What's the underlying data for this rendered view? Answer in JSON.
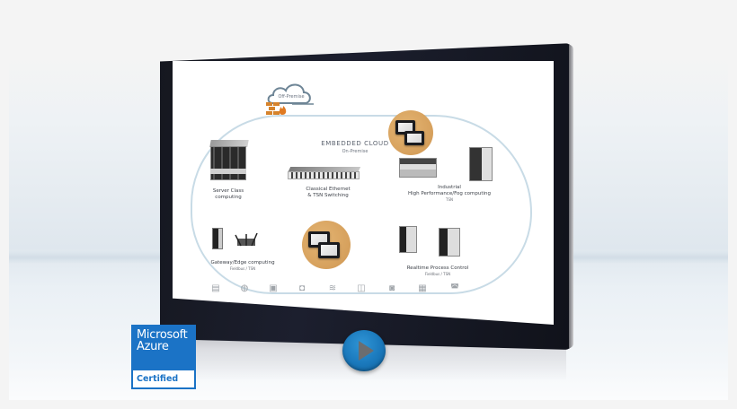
{
  "diagram": {
    "off_premise_label": "Off-Premise",
    "cloud_title": "EMBEDDED CLOUD",
    "cloud_subtitle": "On-Premise",
    "nodes": [
      {
        "label": "Server Class",
        "label2": "computing"
      },
      {
        "label": "Classical  Ethernet",
        "label2": "& TSN Switching"
      },
      {
        "label": "Industrial",
        "label2": "High Performance/Fog computing",
        "sub": "TSN"
      },
      {
        "label": "Gateway/Edge computing",
        "sub": "Fieldbus / TSN"
      },
      {
        "label": "Realtime Process Control",
        "sub": "Fieldbus / TSN"
      }
    ],
    "bottom_icons": [
      "factory-icon",
      "monitor-network-icon",
      "server-gear-icon",
      "monitor-touch-icon",
      "wireless-device-icon",
      "cloud-server-icon",
      "monitor-cloud-icon",
      "building-grid-icon",
      "monitor-chart-icon"
    ]
  },
  "badge": {
    "line1": "Microsoft",
    "line2": "Azure",
    "certified": "Certified",
    "color": "#1b73c6"
  },
  "play_button": {
    "color": "#1a78bb",
    "icon": "play-icon"
  },
  "colors": {
    "accent_orange": "#d6a05c",
    "cloud_line": "#c8dbe6",
    "bezel": "#15171f"
  }
}
